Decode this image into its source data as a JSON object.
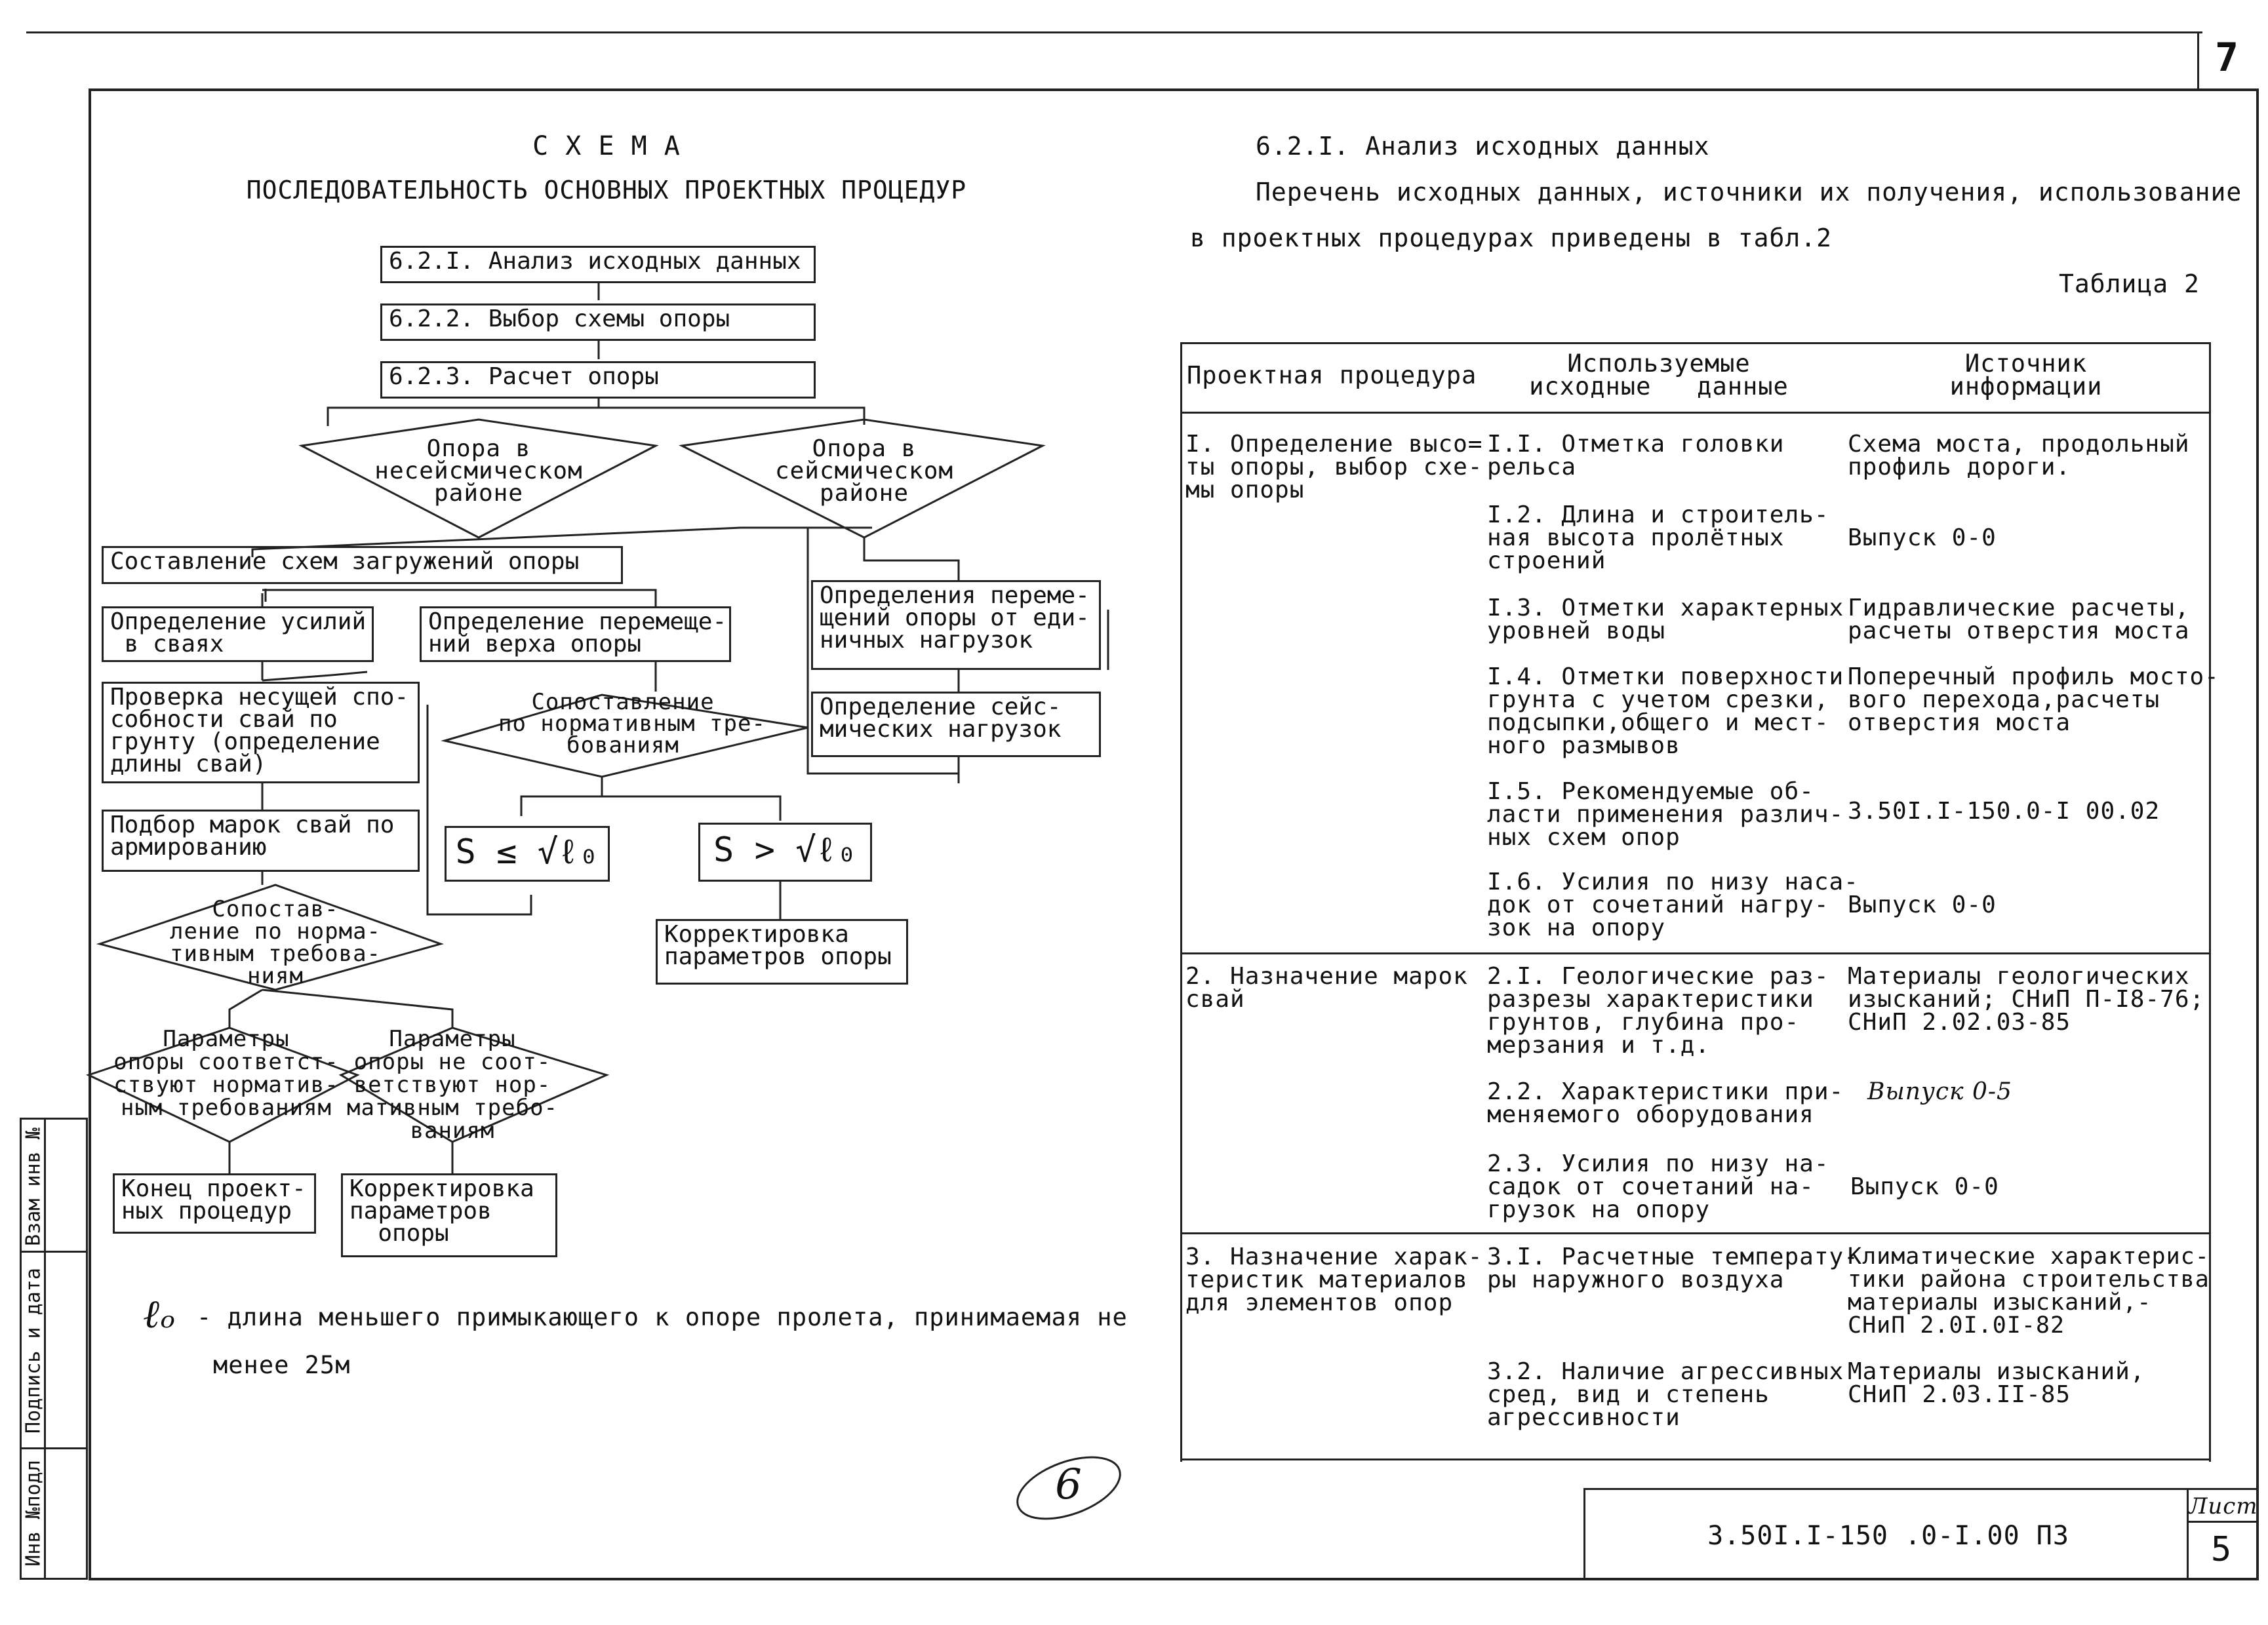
{
  "page_number": "7",
  "schema": {
    "title": "С Х Е М А",
    "subtitle": "ПОСЛЕДОВАТЕЛЬНОСТЬ ОСНОВНЫХ ПРОЕКТНЫХ ПРОЦЕДУР",
    "steps": [
      "6.2.I. Анализ исходных данных",
      "6.2.2. Выбор схемы опоры",
      "6.2.3. Расчет опоры"
    ],
    "decision_nonseismic": "Опора в\nнесейсмическом\nрайоне",
    "decision_seismic": "Опора в\nсейсмическом\nрайоне",
    "compose_load_schemes": "Составление схем загружений опоры",
    "forces_in_piles": "Определение усилий\n в сваях",
    "top_displacement": "Определение перемеще-\nний верха опоры",
    "unit_displacement": "Определения переме-\nщений опоры от еди-\nничных нагрузок",
    "seismic_loads": "Определение сейс-\nмических нагрузок",
    "bearing_check": "Проверка несущей спо-\nсобности свай по\nгрунту (определение\nдлины свай)",
    "pile_selection": "Подбор марок свай по\nармированию",
    "compare_norms_left": "Сопостав-\nление по норма-\nтивным требова-\nниям",
    "compare_norms_mid": "Сопоставление\nпо нормативным тре-\nбованиям",
    "ineq_le": "S ≤ √ℓ₀",
    "ineq_gt": "S > √ℓ₀",
    "correct_params_right": "Корректировка\nпараметров опоры",
    "params_ok": "Параметры\nопоры соответст-\nствуют норматив-\nным требованиям",
    "params_not_ok": "Параметры\nопоры не соот-\nветствуют нор-\nмативным требо-\nваниям",
    "end_procedures": "Конец проект-\nных процедур",
    "correct_params_bottom": "Корректировка\nпараметров\n  опоры",
    "footnote_symbol": "ℓₒ",
    "footnote_line1": "- длина меньшего примыкающего к опоре пролета, принимаемая не",
    "footnote_line2": "менее 25м",
    "handwritten_mark": "6"
  },
  "section": {
    "heading": "6.2.I. Анализ исходных данных",
    "para_line1": "Перечень исходных данных, источники их получения, использование",
    "para_line2": "в проектных процедурах приведены в табл.2",
    "table_label": "Таблица 2"
  },
  "table": {
    "headers": [
      "Проектная процедура",
      "Используемые\nисходные   данные",
      "Источник\nинформации"
    ],
    "groups": [
      {
        "procedure": "I. Определение высо=\nты опоры, выбор схе-\nмы опоры",
        "rows": [
          {
            "data": "I.I. Отметка головки\nрельса",
            "source": "Схема моста, продольный\nпрофиль дороги."
          },
          {
            "data": "I.2. Длина и строитель-\nная высота пролётных\nстроений",
            "source": "Выпуск 0-0"
          },
          {
            "data": "I.3. Отметки характерных\nуровней воды",
            "source": "Гидравлические расчеты,\nрасчеты отверстия моста"
          },
          {
            "data": "I.4. Отметки поверхности\nгрунта с учетом срезки,\nподсыпки,общего и мест-\nного размывов",
            "source": "Поперечный профиль мосто-\nвого перехода,расчеты\nотверстия моста"
          },
          {
            "data": "I.5. Рекомендуемые об-\nласти применения различ-\nных схем опор",
            "source": "3.50I.I-150.0-I 00.02"
          },
          {
            "data": "I.6. Усилия по низу наса-\nдок от сочетаний нагру-\nзок на опору",
            "source": "Выпуск 0-0"
          }
        ]
      },
      {
        "procedure": "2. Назначение марок\nсвай",
        "rows": [
          {
            "data": "2.I. Геологические раз-\nразрезы характеристики\nгрунтов, глубина про-\nмерзания и т.д.",
            "source": "Материалы геологических\nизысканий; СНиП П-I8-76;\nСНиП 2.02.03-85"
          },
          {
            "data": "2.2. Характеристики при-\nменяемого оборудования",
            "source": "Выпуск 0-5"
          },
          {
            "data": "2.3. Усилия по низу на-\nсадок от сочетаний на-\nгрузок на опору",
            "source": "Выпуск 0-0"
          }
        ]
      },
      {
        "procedure": "3. Назначение харак-\nтеристик материалов\nдля элементов опор",
        "rows": [
          {
            "data": "3.I. Расчетные температу-\nры наружного воздуха",
            "source": "Климатические характерис-\nтики района строительства\nматериалы изысканий,-\nСНиП 2.0I.0I-82"
          },
          {
            "data": "3.2. Наличие агрессивных\nсред, вид и степень\nагрессивности",
            "source": "Материалы изысканий,\nСНиП 2.03.II-85"
          }
        ]
      }
    ]
  },
  "stamp": {
    "designation": "3.50I.I-150 .0-I.00 ПЗ",
    "sheet_label": "Лист",
    "sheet_number": "5"
  },
  "margin_labels": [
    "Инв №подл",
    "Подпись и дата",
    "Взам инв №"
  ]
}
